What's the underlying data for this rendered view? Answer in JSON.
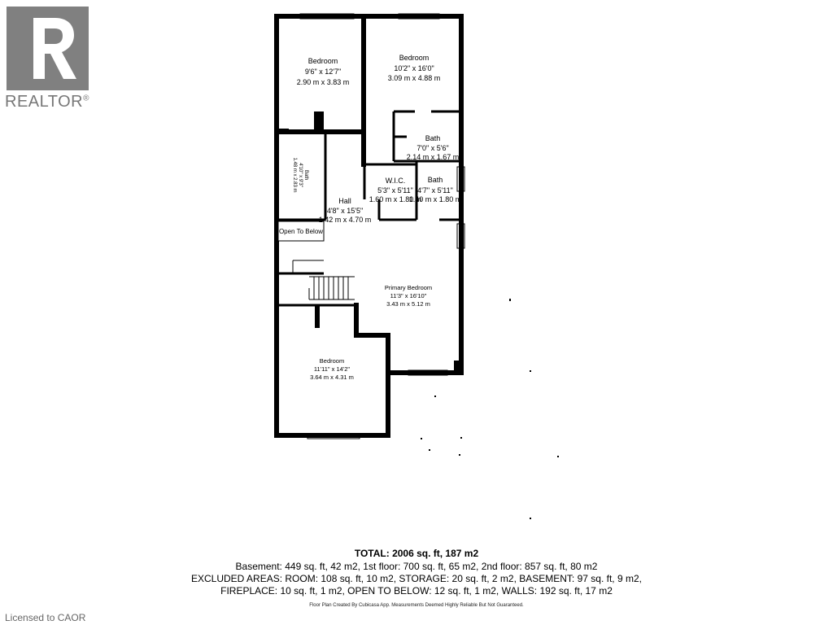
{
  "brand": {
    "name": "REALTOR",
    "trademark": "®",
    "logo_icon": "realtor-r-logo-icon",
    "logo_color": "#808080"
  },
  "rooms": [
    {
      "name": "Bedroom",
      "imperial": "9'6\" x 12'7\"",
      "metric": "2.90 m x 3.83 m"
    },
    {
      "name": "Bedroom",
      "imperial": "10'2\" x 16'0\"",
      "metric": "3.09 m x 4.88 m"
    },
    {
      "name": "Bath",
      "imperial": "7'0\" x 5'6\"",
      "metric": "2.14 m x 1.67 m"
    },
    {
      "name": "Bath",
      "imperial": "4'10\" x 9'3\"",
      "metric": "1.48 m x 2.83 m"
    },
    {
      "name": "W.I.C.",
      "imperial": "5'3\" x 5'11\"",
      "metric": "1.60 m x 1.80 m"
    },
    {
      "name": "Bath",
      "imperial": "4'7\" x 5'11\"",
      "metric": "1.40 m x 1.80 m"
    },
    {
      "name": "Hall",
      "imperial": "4'8\" x 15'5\"",
      "metric": "1.42 m x 4.70 m"
    },
    {
      "name": "Open To Below",
      "imperial": "",
      "metric": ""
    },
    {
      "name": "Primary Bedroom",
      "imperial": "11'3\" x 16'10\"",
      "metric": "3.43 m x 5.12 m"
    },
    {
      "name": "Bedroom",
      "imperial": "11'11\" x 14'2\"",
      "metric": "3.64 m x 4.31 m"
    }
  ],
  "summary": {
    "total": "TOTAL: 2006 sq. ft, 187 m2",
    "lines": [
      "Basement: 449 sq. ft, 42 m2, 1st floor: 700 sq. ft, 65 m2, 2nd floor: 857 sq. ft, 80 m2",
      "EXCLUDED AREAS: ROOM: 108 sq. ft, 10 m2, STORAGE: 20 sq. ft, 2 m2, BASEMENT: 97 sq. ft, 9 m2,",
      "FIREPLACE: 10 sq. ft, 1 m2, OPEN TO BELOW: 12 sq. ft, 1 m2, WALLS: 192 sq. ft, 17 m2"
    ],
    "disclaimer": "Floor Plan Created By Cubicasa App. Measurements Deemed Highly Reliable But Not Guaranteed."
  },
  "footer": {
    "licensed": "Licensed to CAOR"
  }
}
